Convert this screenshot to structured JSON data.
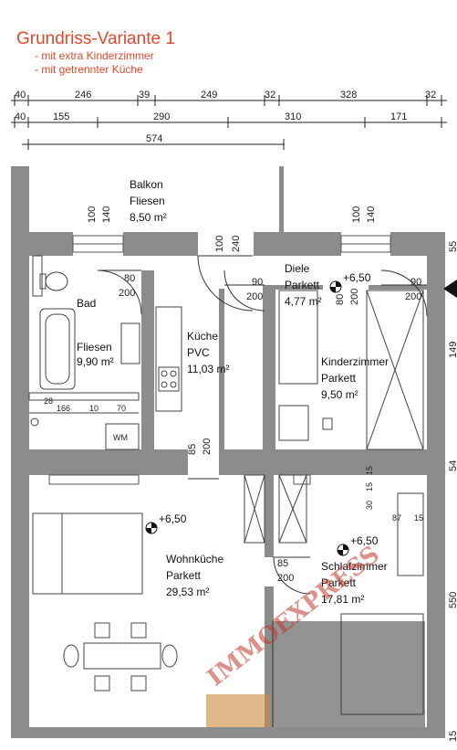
{
  "header": {
    "title": "Grundriss-Variante 1",
    "bullets": [
      "- mit extra Kinderzimmer",
      "- mit getrennter Küche"
    ]
  },
  "dimensions": {
    "row1": [
      "40",
      "246",
      "39",
      "249",
      "32",
      "328",
      "32"
    ],
    "row2": [
      "40",
      "155",
      "290",
      "310",
      "171"
    ],
    "row3": [
      "574"
    ]
  },
  "rooms": {
    "balkon": {
      "name": "Balkon",
      "floor": "Fliesen",
      "area": "8,50 m²"
    },
    "bad": {
      "name": "Bad",
      "floor": "Fliesen",
      "area": "9,90 m²"
    },
    "kueche": {
      "name": "Küche",
      "floor": "PVC",
      "area": "11,03 m²"
    },
    "diele": {
      "name": "Diele",
      "floor": "Parkett",
      "area": "4,77 m²"
    },
    "kinderzimmer": {
      "name": "Kinderzimmer",
      "floor": "Parkett",
      "area": "9,50 m²"
    },
    "wohnkueche": {
      "name": "Wohnküche",
      "floor": "Parkett",
      "area": "29,53 m²"
    },
    "schlafzimmer": {
      "name": "Schlafzimmer",
      "floor": "Parkett",
      "area": "17,81 m²"
    }
  },
  "openings": {
    "win_balkon1": [
      "100",
      "140"
    ],
    "win_balkon2": [
      "100",
      "140"
    ],
    "balkon_door": [
      "100",
      "240"
    ],
    "door_bad": [
      "80",
      "200"
    ],
    "door_diele": [
      "90",
      "200"
    ],
    "door_entry": [
      "90",
      "200"
    ],
    "door_kinder": [
      "80",
      "200"
    ],
    "door_kueche": [
      "85",
      "200"
    ],
    "door_schlaf": [
      "85",
      "200"
    ],
    "bad_small": [
      "28",
      "166",
      "10",
      "70"
    ],
    "schlaf_small": [
      "15",
      "15",
      "30",
      "87",
      "15"
    ]
  },
  "level_marks": [
    "+6,50",
    "+6,50",
    "+6,50"
  ],
  "appliance": "WM",
  "watermark": "IMMOEXPRESS",
  "edge_marks": [
    "55",
    "149",
    "54",
    "550",
    "15"
  ],
  "colors": {
    "title": "#e2482c",
    "wall": "#8c8c8c",
    "watermark": "#c0392b"
  }
}
